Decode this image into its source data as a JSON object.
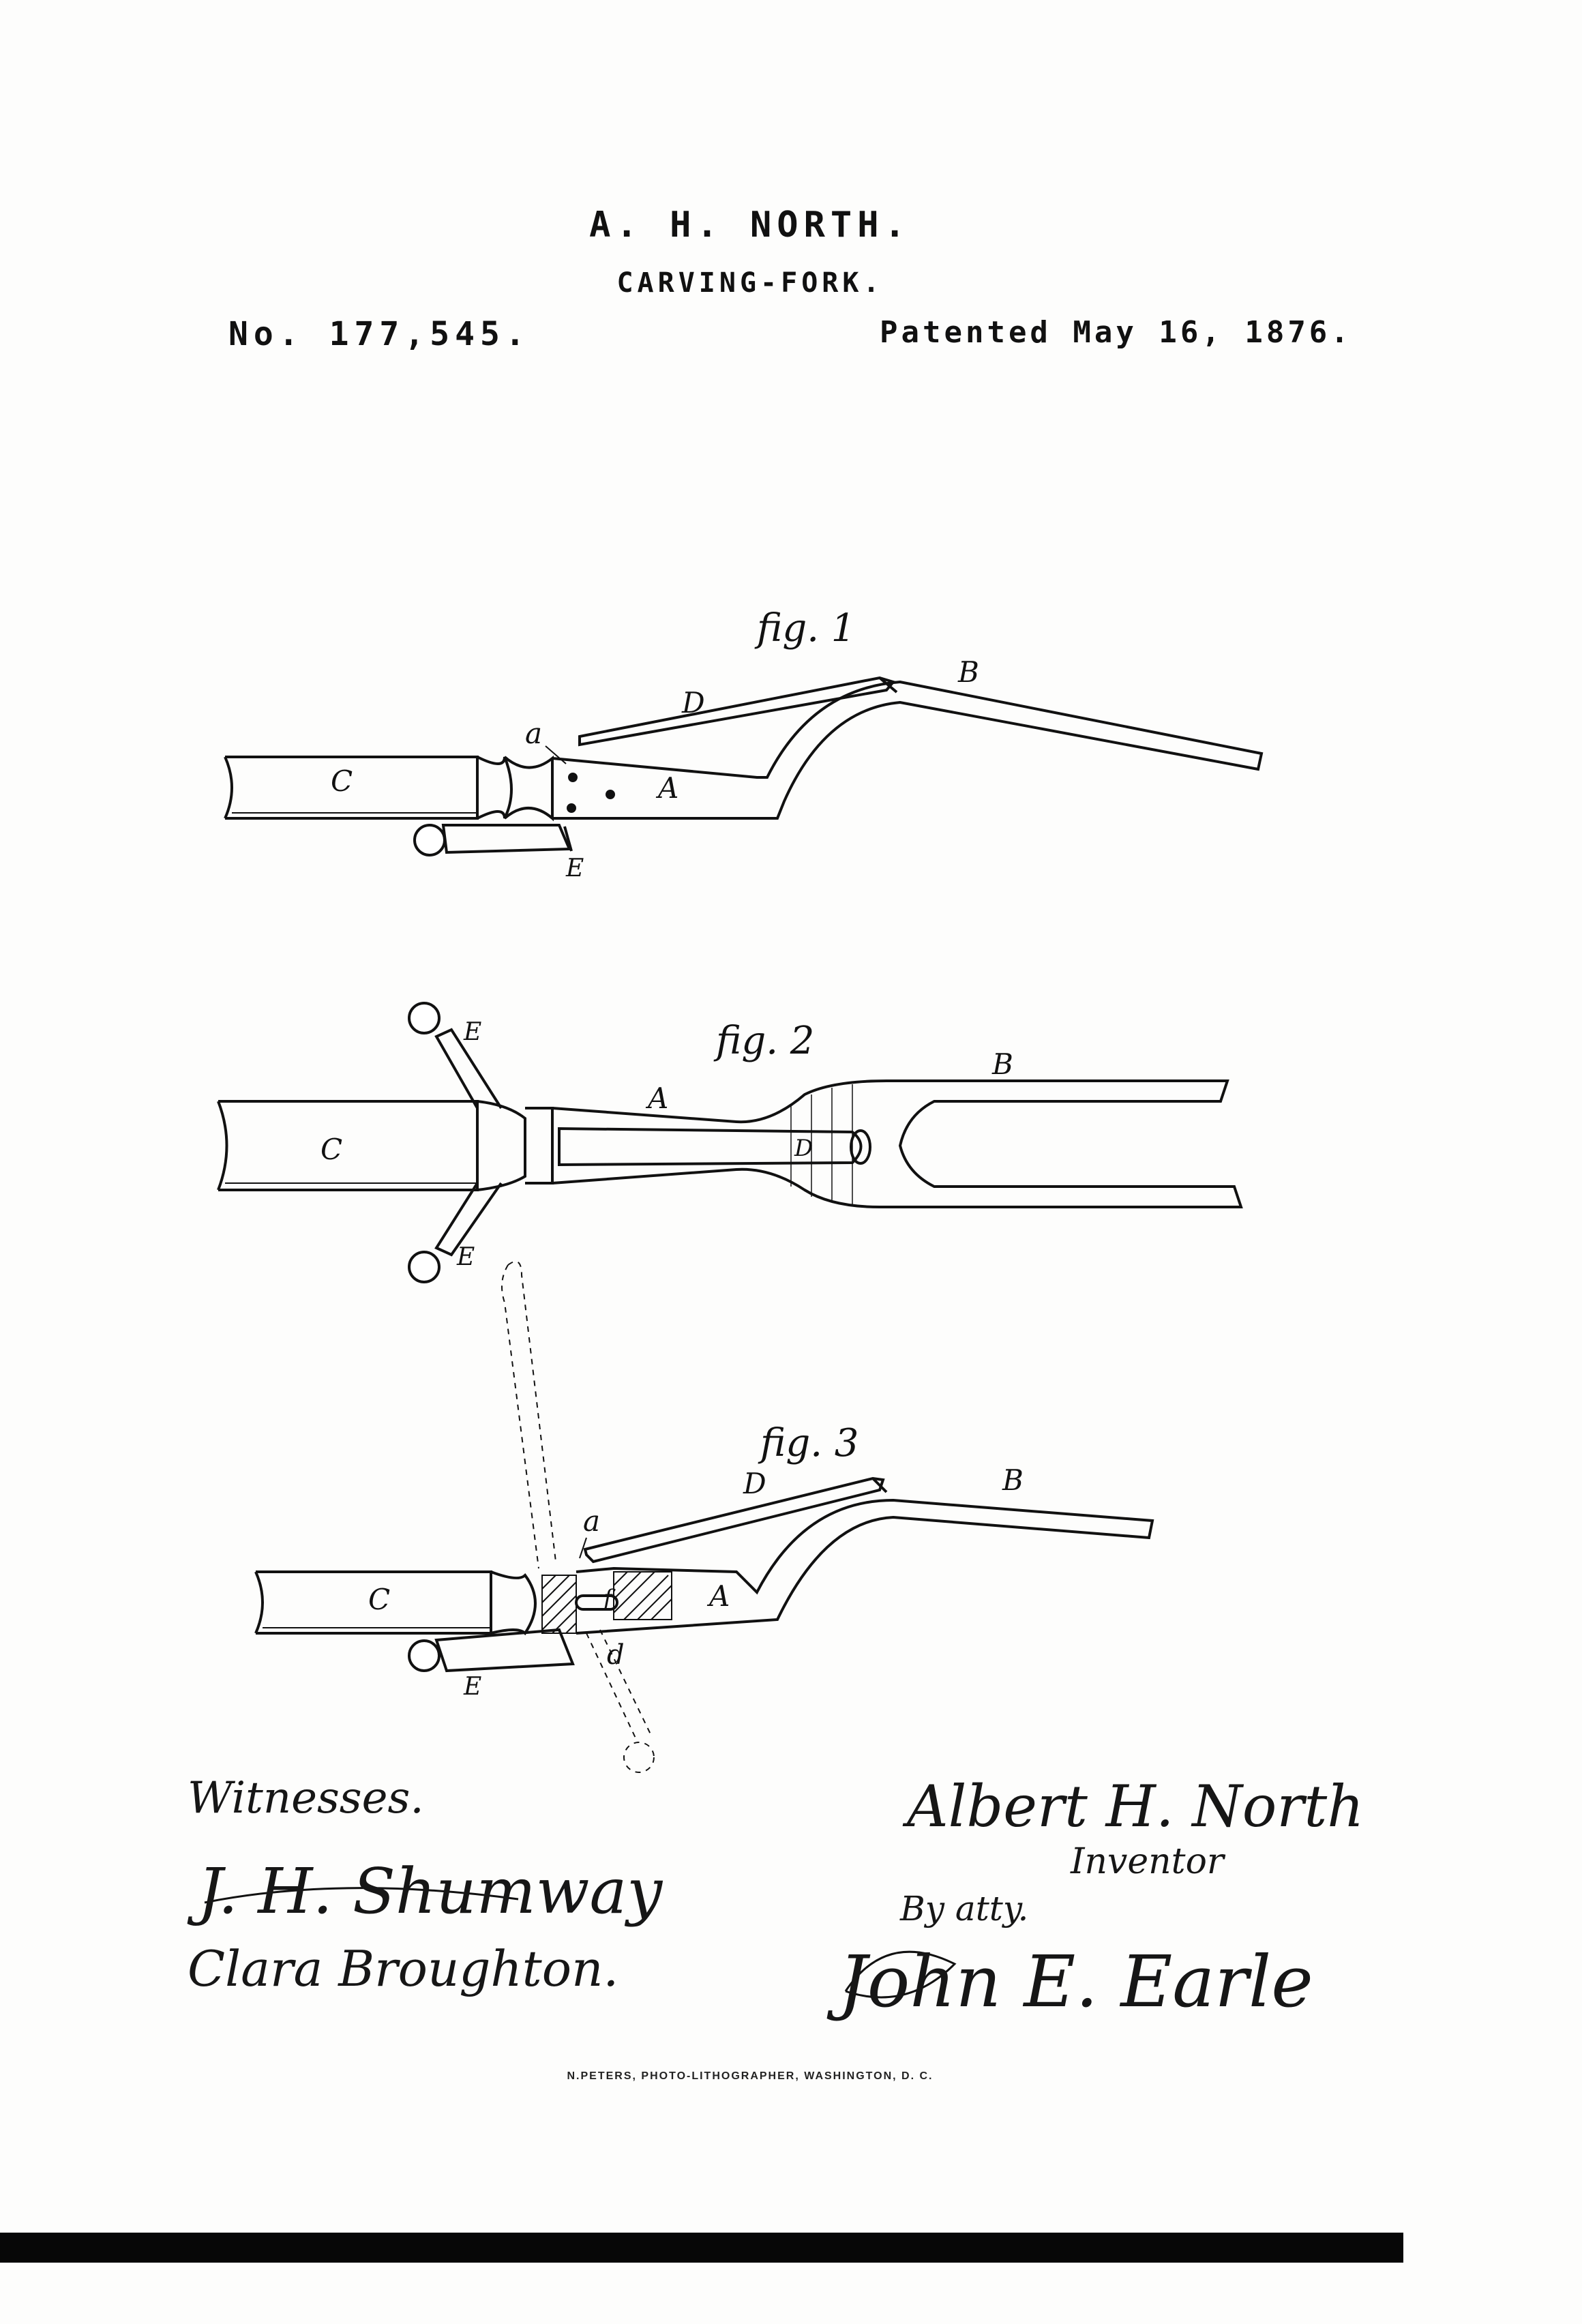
{
  "header": {
    "inventor": "A. H. NORTH.",
    "title": "CARVING-FORK.",
    "patent_number": "No. 177,545.",
    "patent_date": "Patented May 16, 1876."
  },
  "figures": {
    "fig1": {
      "caption": "fig. 1",
      "labels": {
        "C": "C",
        "A": "A",
        "B": "B",
        "D": "D",
        "E": "E",
        "a": "a"
      }
    },
    "fig2": {
      "caption": "fig. 2",
      "labels": {
        "C": "C",
        "A": "A",
        "B": "B",
        "D": "D",
        "E1": "E",
        "E2": "E"
      }
    },
    "fig3": {
      "caption": "fig. 3",
      "labels": {
        "C": "C",
        "A": "A",
        "B": "B",
        "D": "D",
        "E": "E",
        "a": "a",
        "d": "d",
        "f": "f"
      }
    }
  },
  "signatures": {
    "witnesses_label": "Witnesses.",
    "witness_1": "J. H. Shumway",
    "witness_2": "Clara Broughton.",
    "inventor_signature": "Albert H. North",
    "inventor_label": "Inventor",
    "by_attorney": "By atty.",
    "attorney_signature": "John E. Earle"
  },
  "footer": {
    "printer": "N.PETERS, PHOTO-LITHOGRAPHER, WASHINGTON, D. C."
  }
}
